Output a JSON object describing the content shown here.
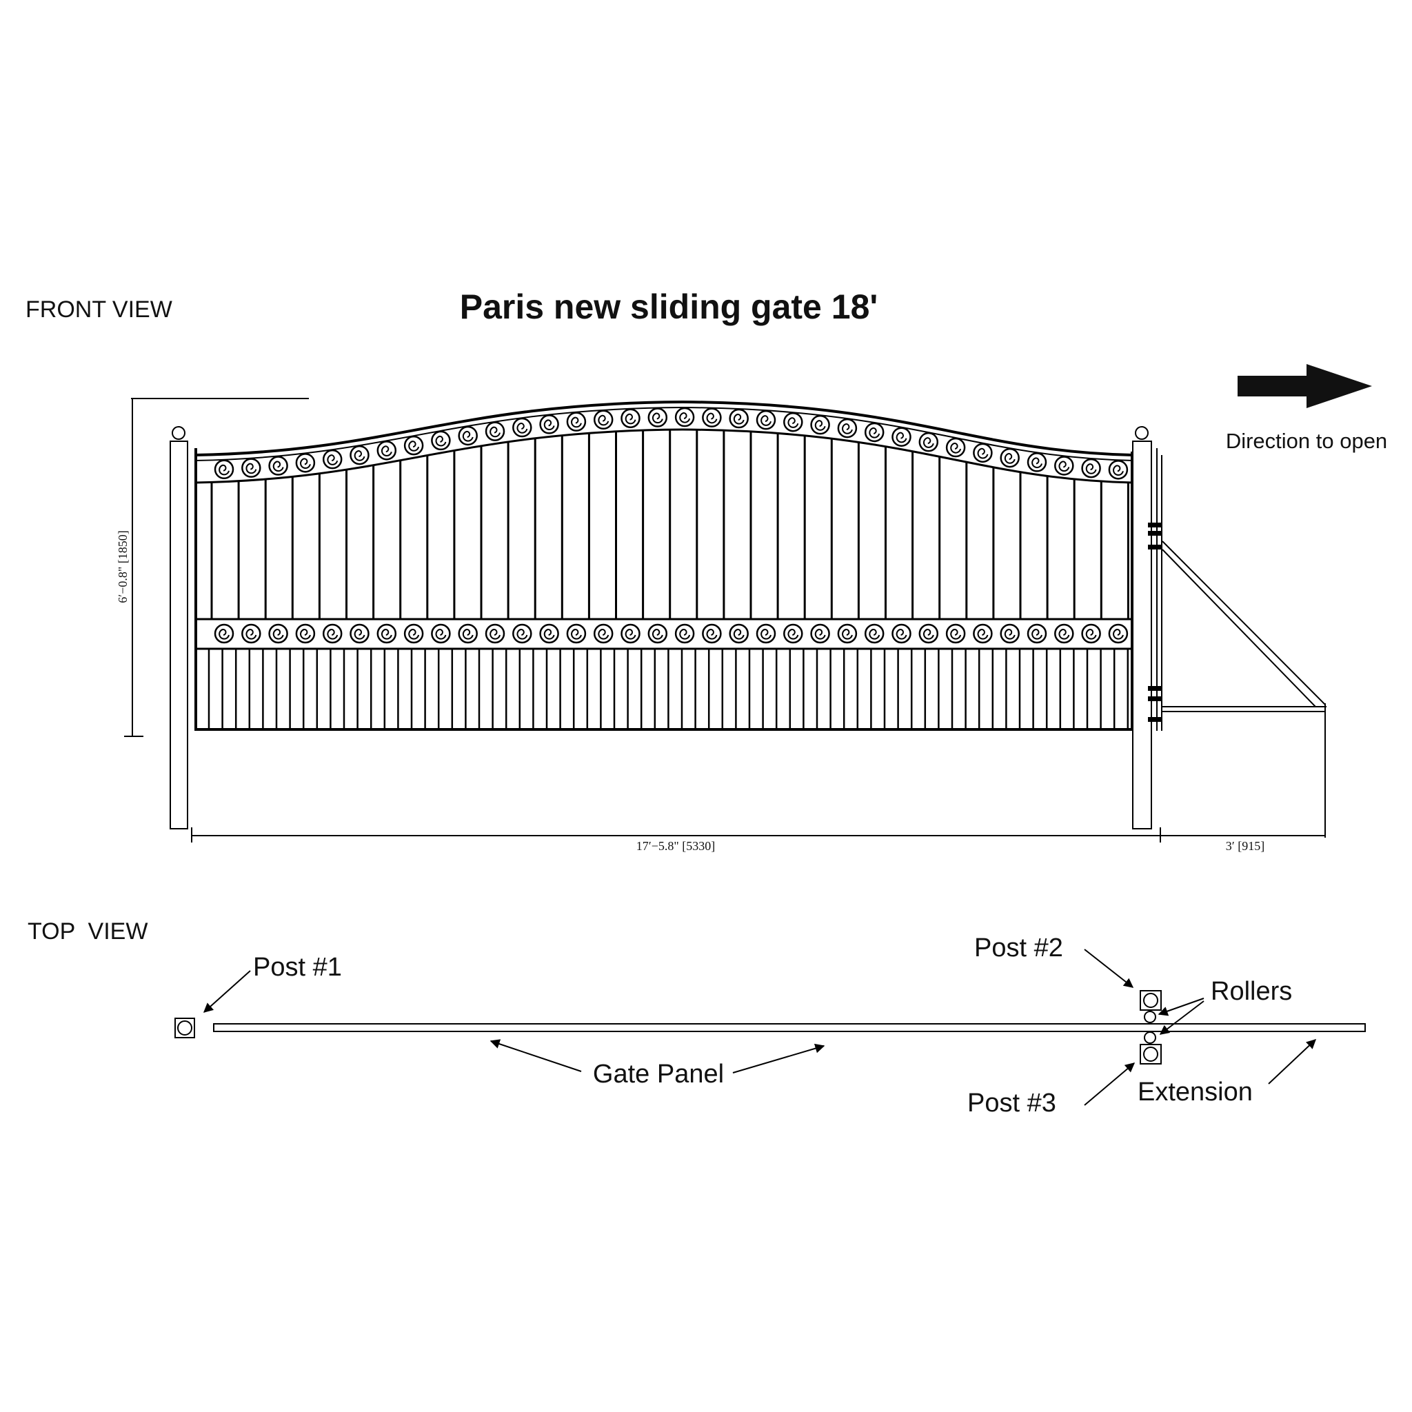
{
  "front_view": {
    "view_label": "FRONT VIEW",
    "title": "Paris new sliding gate 18'",
    "direction_label": "Direction to open",
    "dim_height": "6′−0.8\" [1850]",
    "dim_width": "17′−5.8\" [5330]",
    "dim_extension": "3′ [915]"
  },
  "top_view": {
    "view_label": "TOP  VIEW",
    "post1": "Post #1",
    "post2": "Post #2",
    "post3": "Post #3",
    "rollers": "Rollers",
    "gate_panel": "Gate Panel",
    "extension": "Extension"
  },
  "icons": {
    "direction_arrow": "arrow-right-icon"
  }
}
